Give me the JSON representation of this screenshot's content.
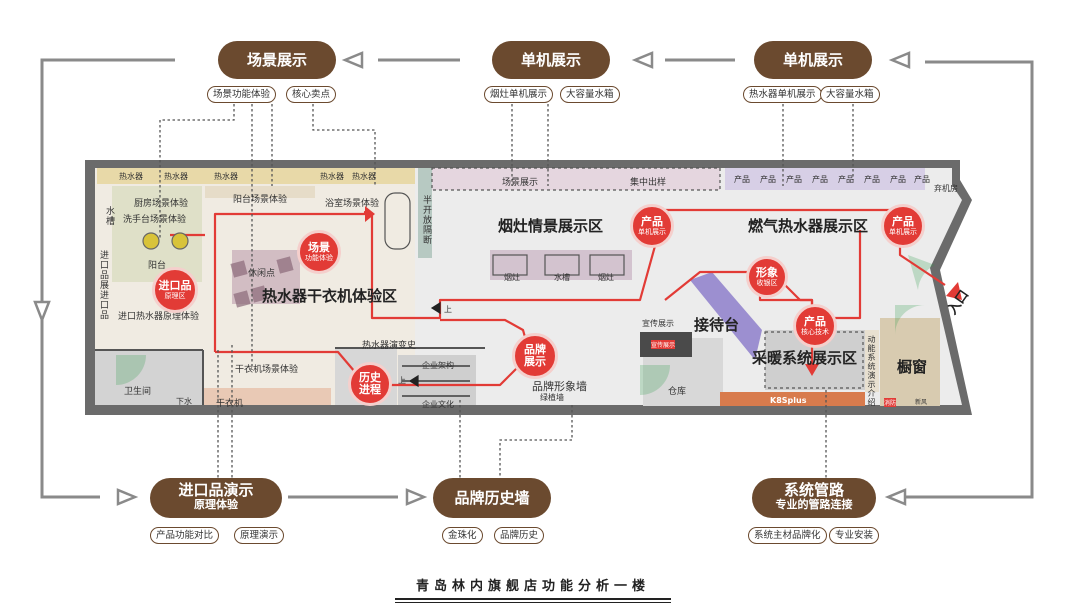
{
  "top_pills": [
    {
      "title": "场景展示",
      "chips": [
        "场景功能体验",
        "核心卖点"
      ]
    },
    {
      "title": "单机展示",
      "chips": [
        "烟灶单机展示",
        "大容量水箱"
      ]
    },
    {
      "title": "单机展示",
      "chips": [
        "热水器单机展示",
        "大容量水箱"
      ]
    }
  ],
  "bottom_pills": [
    {
      "title": "进口品演示",
      "subtitle": "原理体验",
      "chips": [
        "产品功能对比",
        "原理演示"
      ]
    },
    {
      "title": "品牌历史墙",
      "chips": [
        "金珠化",
        "品牌历史"
      ]
    },
    {
      "title": "系统管路",
      "subtitle": "专业的管路连接",
      "chips": [
        "系统主材品牌化",
        "专业安装"
      ]
    }
  ],
  "caption": "青岛林内旗舰店功能分析一楼",
  "zones": {
    "heater_boxes": [
      "热水器",
      "热水器",
      "热水器",
      "热水器",
      "热水器"
    ],
    "product_boxes": [
      "产品",
      "产品",
      "产品",
      "产品",
      "产品",
      "产品",
      "产品",
      "产品"
    ],
    "kitchen": "厨房场景体验",
    "sink": "洗手台场景体验",
    "balcony": "阳台场景体验",
    "bath": "浴室场景体验",
    "water": "水槽",
    "yangtai": "阳台",
    "import_principle": "进口热水器原理体验",
    "import_wall": "进口品展进口品",
    "restroom": "卫生间",
    "floor_drain": "下水",
    "rest_point": "休闲点",
    "dryer_zone": "热水器干衣机体验区",
    "dryer_scene": "干衣机场景体验",
    "dryer": "干衣机",
    "half_partition": "半开放隔断",
    "up1": "上",
    "up2": "上",
    "heater_evolution": "热水器演变史",
    "company_arch": "企业架构",
    "company_culture": "企业文化",
    "brand_wall": "品牌形象墙",
    "brand_wall_sub": "绿植墙",
    "stove_display": "场景展示",
    "central_cabinet": "集中出样",
    "stove_zone": "烟灶情景展示区",
    "stove_items": [
      "烟灶",
      "水槽",
      "烟灶"
    ],
    "gas_zone": "燃气热水器展示区",
    "reception": "接待台",
    "promo": "宣传展示",
    "promo_tag": "宣传展示",
    "storage": "仓库",
    "heating_zone": "采暖系统展示区",
    "k8": "K8Splus",
    "system_wall": "动能系统演示介绍",
    "window": "橱窗",
    "entrance": "入口",
    "machine_room": "弃机房",
    "fire": "消防",
    "newwind": "新风"
  },
  "markers": [
    {
      "title": "场景",
      "sub": "功能体验"
    },
    {
      "title": "进口品",
      "sub": "原理区"
    },
    {
      "title": "历史",
      "sub": "进程"
    },
    {
      "title": "品牌",
      "sub": "展示"
    },
    {
      "title": "产品",
      "sub": "单机展示"
    },
    {
      "title": "形象",
      "sub": "收银区"
    },
    {
      "title": "产品",
      "sub": "核心技术"
    },
    {
      "title": "产品",
      "sub": "单机展示"
    }
  ]
}
